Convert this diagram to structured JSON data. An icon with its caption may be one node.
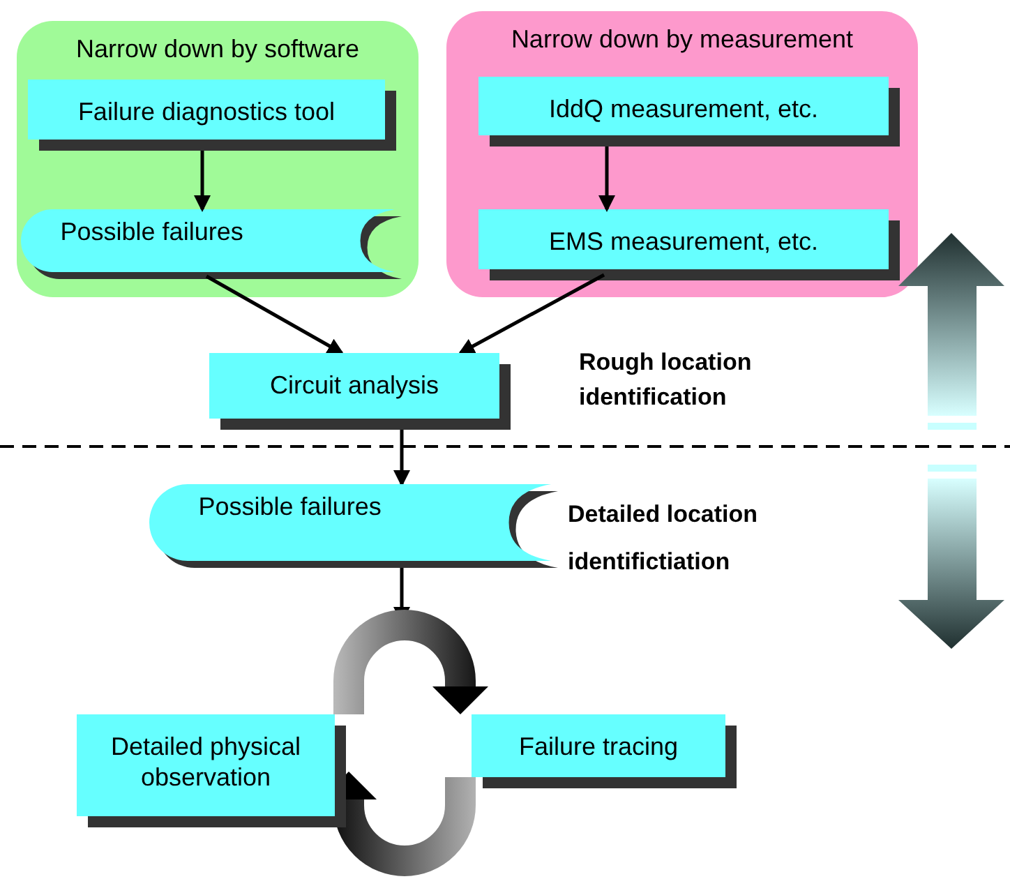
{
  "diagram": {
    "nodes": [
      {
        "text": [
          "Narrow down by software"
        ]
      },
      {
        "text": [
          "Failure diagnostics tool"
        ],
        "in": 0
      },
      {
        "text": [
          "Possible failures"
        ],
        "in": 0
      },
      {
        "text": [
          "Narrow down by measurement"
        ]
      },
      {
        "text": [
          "IddQ measurement, etc."
        ],
        "in": 3
      },
      {
        "text": [
          "EMS measurement, etc."
        ],
        "in": 3
      },
      {
        "text": [
          "Circuit analysis"
        ]
      },
      {
        "text": [
          "Possible failures"
        ],
        "beside": [
          "Detailed location identifictiation"
        ]
      },
      {
        "text": [
          "Detailed physical observation"
        ]
      },
      {
        "text": [
          "Failure tracing"
        ]
      }
    ],
    "edges": [
      {
        "from": 1,
        "to": 2,
        "arrow": "to"
      },
      {
        "from": 4,
        "to": 5,
        "arrow": "to"
      },
      {
        "from": 2,
        "to": 6,
        "arrow": "to"
      },
      {
        "from": 5,
        "to": 6,
        "arrow": "to"
      },
      {
        "from": 6,
        "to": 7,
        "arrow": "to"
      },
      {
        "from": 7,
        "to": null,
        "arrow": "to"
      },
      {
        "from": 8,
        "to": 9,
        "arrow": "to",
        "style": "thick"
      },
      {
        "from": 9,
        "to": 8,
        "arrow": "to",
        "style": "thick"
      }
    ],
    "labels": [
      "Rough location identification"
    ]
  }
}
